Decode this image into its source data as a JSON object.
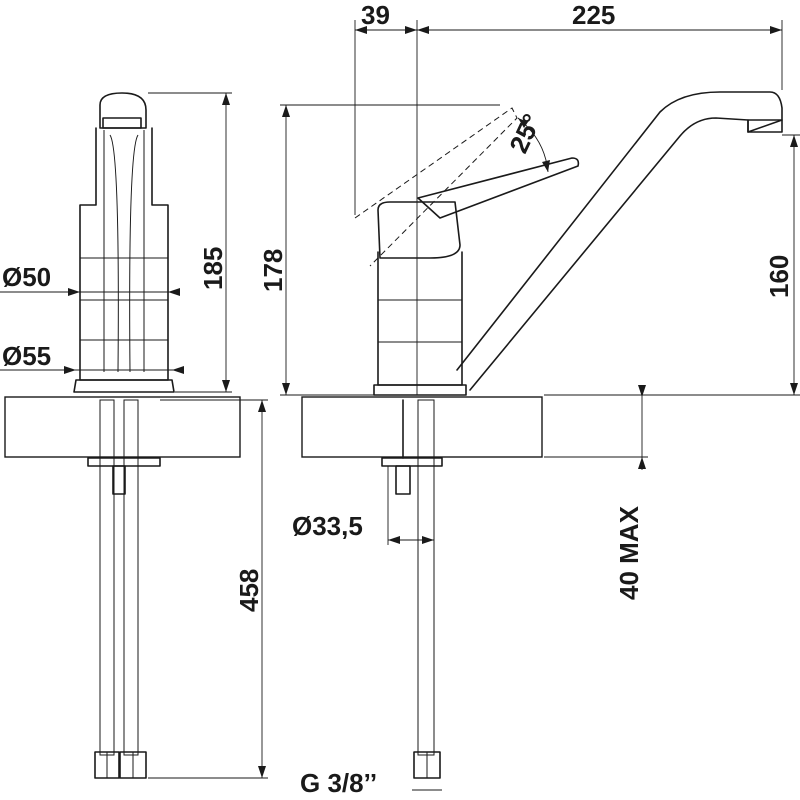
{
  "dimensions": {
    "top_left_width": "39",
    "top_reach": "225",
    "lever_angle": "25°",
    "front_height": "185",
    "side_height": "178",
    "spout_height": "160",
    "base_diameter_upper": "Ø50",
    "base_diameter_lower": "Ø55",
    "hose_length": "458",
    "mount_hole": "Ø33,5",
    "counter_thickness": "40 MAX",
    "thread": "G 3/8’’"
  },
  "colors": {
    "line": "#1a1a1a",
    "background": "#ffffff"
  }
}
